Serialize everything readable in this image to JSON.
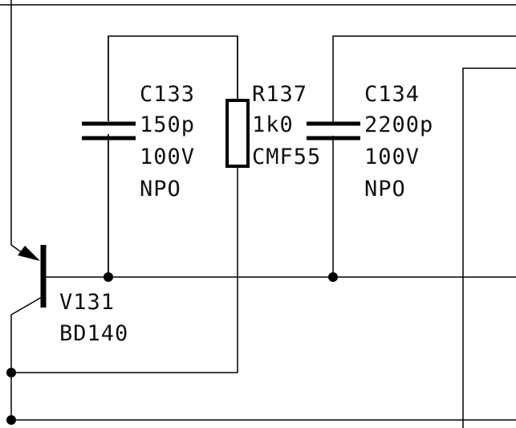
{
  "components": {
    "c133": {
      "ref": "C133",
      "value": "150p",
      "voltage": "100V",
      "dielectric": "NPO"
    },
    "r137": {
      "ref": "R137",
      "value": "1k0",
      "type": "CMF55"
    },
    "c134": {
      "ref": "C134",
      "value": "2200p",
      "voltage": "100V",
      "dielectric": "NPO"
    },
    "v131": {
      "ref": "V131",
      "part": "BD140"
    }
  },
  "icons": {
    "capacitor": "capacitor-symbol-icon",
    "resistor": "resistor-symbol-icon",
    "transistor": "pnp-transistor-symbol-icon",
    "junction": "junction-dot-icon"
  },
  "colors": {
    "ink": "#000000",
    "background": "#ffffff"
  }
}
